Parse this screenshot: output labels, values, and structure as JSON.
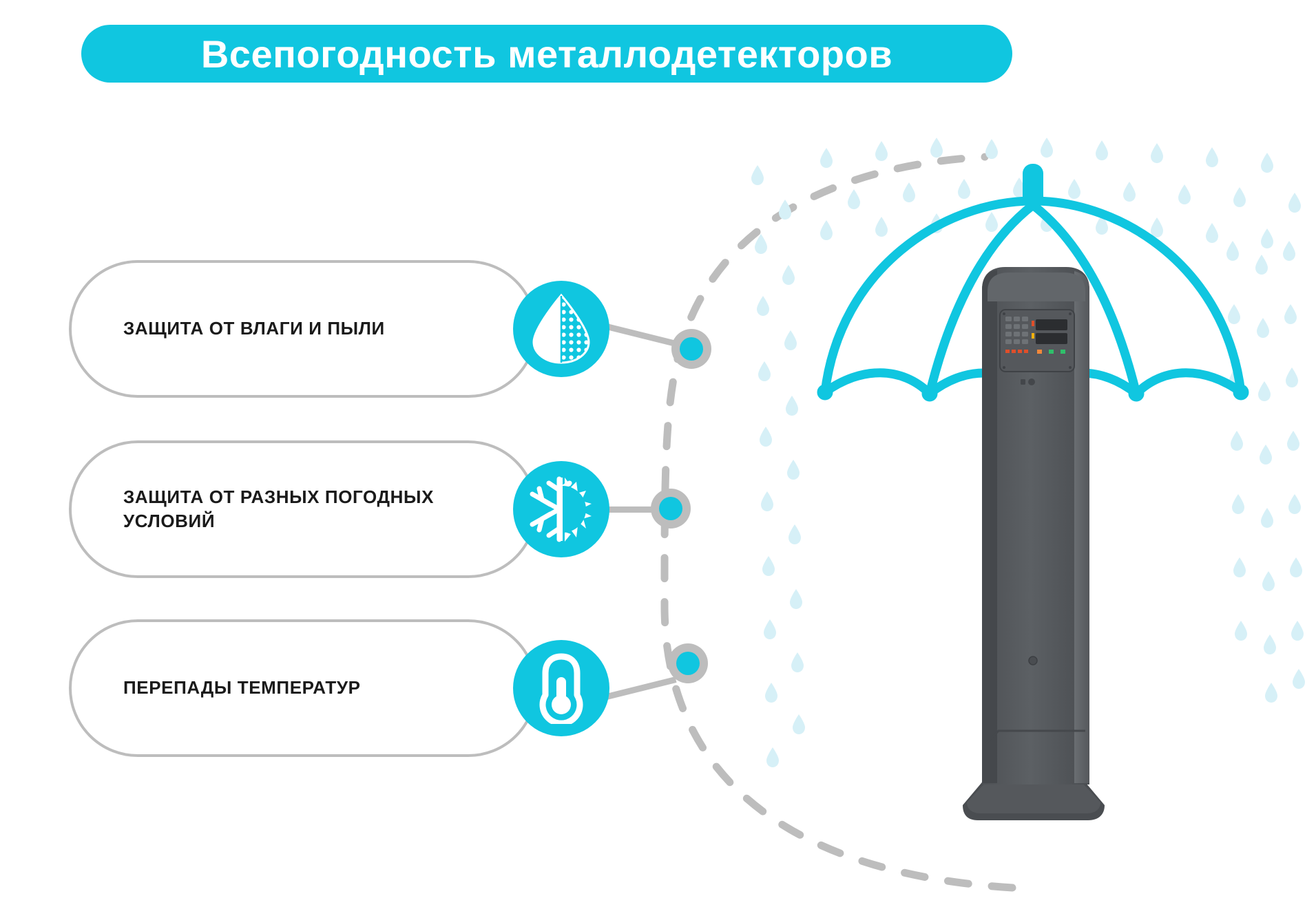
{
  "header": {
    "title": "Всепогодность металлодетекторов",
    "banner_color": "#10c6e0",
    "title_color": "#ffffff"
  },
  "theme": {
    "accent": "#10c6e0",
    "outline_gray": "#bdbdbd",
    "raindrop": "#d6f0f7",
    "device_body": "#5a5d61",
    "text": "#1a1a1a"
  },
  "features": [
    {
      "label": "ЗАЩИТА ОТ ВЛАГИ И ПЫЛИ",
      "icon": "water-drop-dust-icon",
      "node_color": "#10c6e0"
    },
    {
      "label": "ЗАЩИТА ОТ РАЗНЫХ ПОГОДНЫХ УСЛОВИЙ",
      "icon": "snowflake-sun-icon",
      "node_color": "#10c6e0"
    },
    {
      "label": "ПЕРЕПАДЫ ТЕМПЕРАТУР",
      "icon": "thermometer-icon",
      "node_color": "#10c6e0"
    }
  ],
  "scene": {
    "umbrella": "umbrella-icon",
    "rain": "rain-drops",
    "device": "walk-through-metal-detector",
    "shield_arc": "dashed-protection-arc"
  }
}
